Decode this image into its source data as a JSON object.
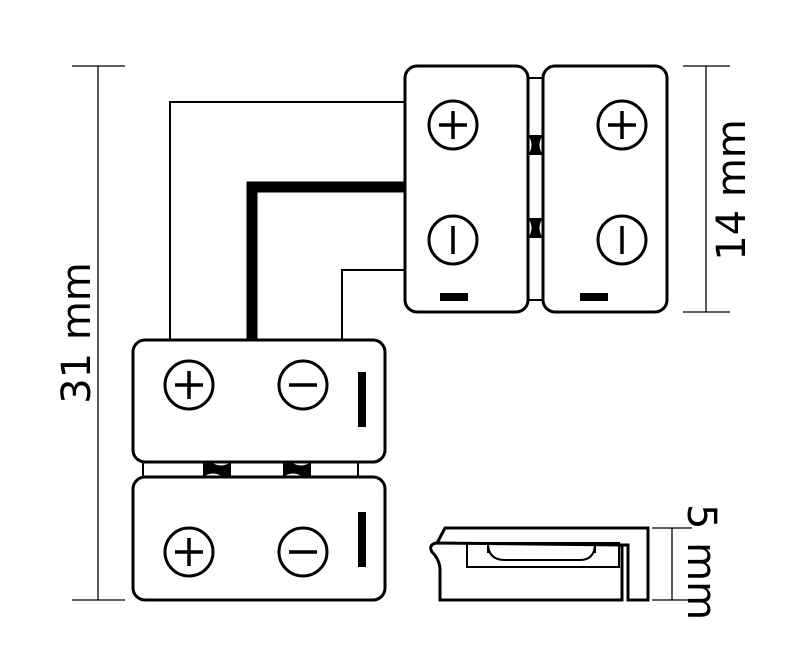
{
  "dimensions": {
    "height_total": "31 mm",
    "height_connector": "14 mm",
    "thickness": "5 mm"
  },
  "colors": {
    "line": "#000000",
    "background": "#ffffff"
  }
}
